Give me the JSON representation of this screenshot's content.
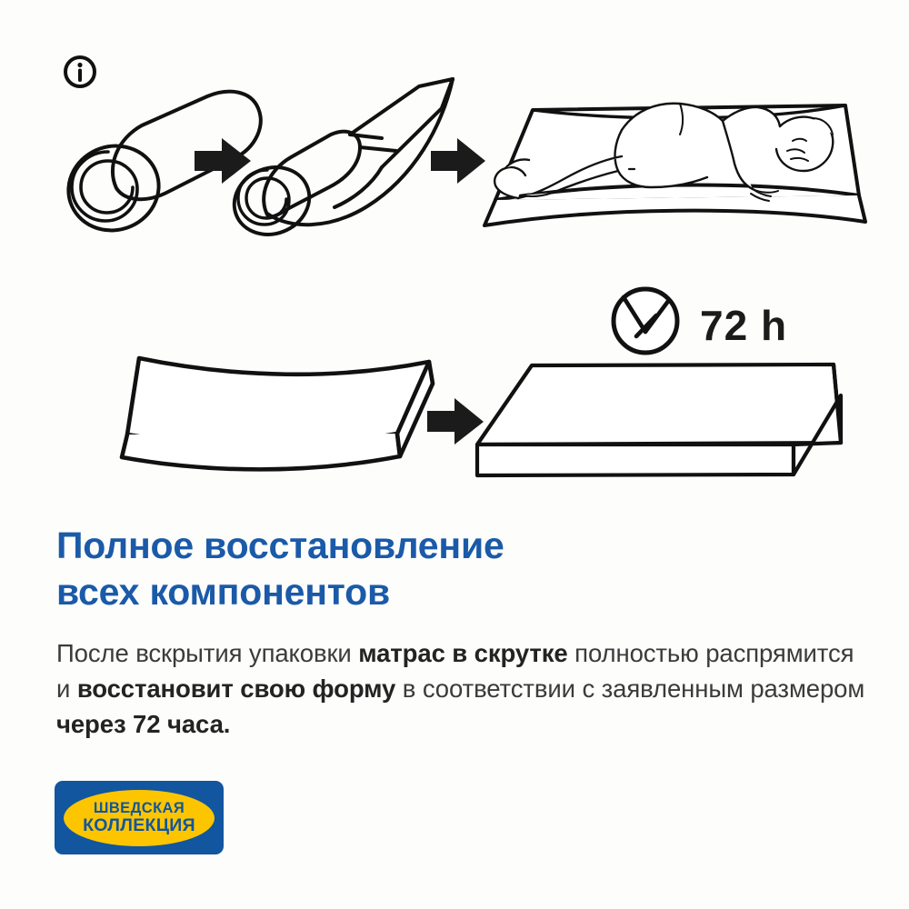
{
  "page": {
    "background_color": "#fdfdfc",
    "accent_blue": "#1a5aa8",
    "logo_blue": "#11569f",
    "logo_yellow": "#fdc500",
    "line_color": "#111111"
  },
  "illustration": {
    "info_badge": "i",
    "steps_row1": [
      {
        "name": "rolled-mattress",
        "caption": ""
      },
      {
        "name": "arrow-1",
        "caption": ""
      },
      {
        "name": "partially-unrolled-mattress",
        "caption": ""
      },
      {
        "name": "arrow-2",
        "caption": ""
      },
      {
        "name": "person-lying-on-mattress",
        "caption": ""
      }
    ],
    "steps_row2": [
      {
        "name": "curved-mattress",
        "caption": ""
      },
      {
        "name": "arrow-3",
        "caption": ""
      },
      {
        "name": "flat-mattress",
        "caption": ""
      }
    ],
    "timer": {
      "icon": "clock-icon",
      "label": "72 h"
    }
  },
  "content": {
    "headline": "Полное восстановление\nвсех компонентов",
    "body": {
      "segments": [
        {
          "text": "После вскрытия упаковки ",
          "bold": false
        },
        {
          "text": "матрас  в скрутке",
          "bold": true
        },
        {
          "text": " полностью распрямится и ",
          "bold": false
        },
        {
          "text": "восстановит свою форму",
          "bold": true
        },
        {
          "text": " в соответствии с заявленным размером ",
          "bold": false
        },
        {
          "text": "через 72 часа.",
          "bold": true
        }
      ]
    }
  },
  "logo": {
    "line1": "ШВЕДСКАЯ",
    "line2": "КОЛЛЕКЦИЯ"
  }
}
